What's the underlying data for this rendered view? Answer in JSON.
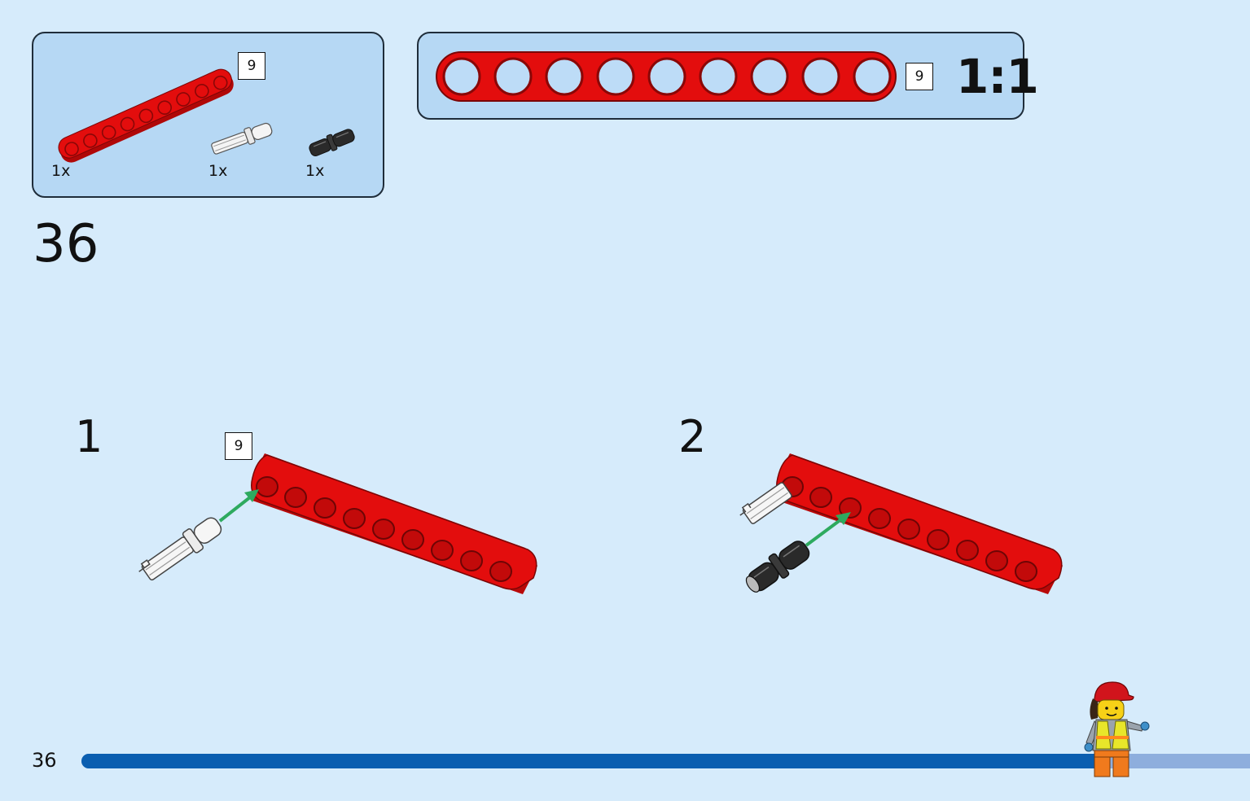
{
  "page": {
    "number": "36",
    "step_number": "36",
    "progress": 0.88
  },
  "parts_list": {
    "items": [
      {
        "part": "beam-9",
        "qty": "1x",
        "length_label": "9"
      },
      {
        "part": "axle-pin",
        "qty": "1x"
      },
      {
        "part": "friction-pin",
        "qty": "1x"
      }
    ]
  },
  "callout": {
    "length_label": "9",
    "scale": "1:1"
  },
  "substeps": [
    {
      "number": "1",
      "length_label": "9"
    },
    {
      "number": "2"
    }
  ],
  "colors": {
    "background": "#d6ebfb",
    "panel": "#b6d8f4",
    "beam_red": "#e30d0d",
    "progress_dark": "#0a5eb0",
    "progress_light": "#8eaedd",
    "arrow_green": "#2eaa5f"
  }
}
